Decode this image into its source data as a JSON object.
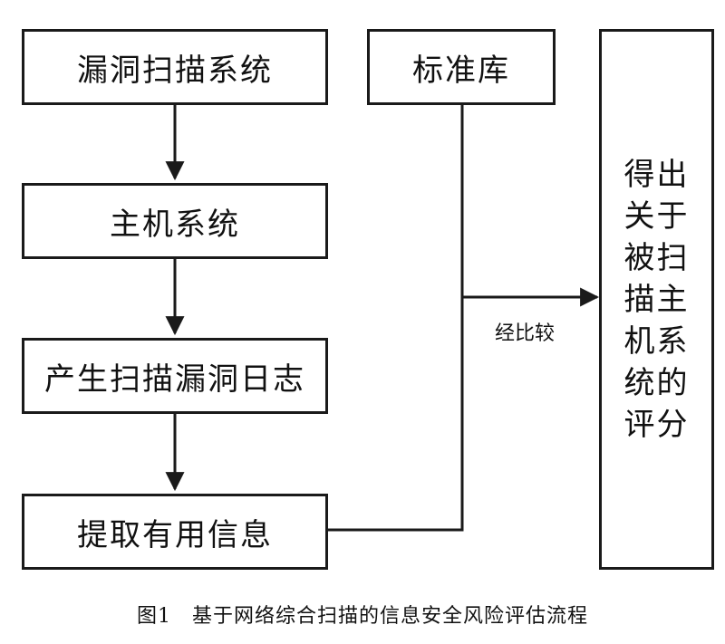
{
  "diagram": {
    "nodes": {
      "scanner": "漏洞扫描系统",
      "host": "主机系统",
      "log": "产生扫描漏洞日志",
      "extract": "提取有用信息",
      "standard": "标准库",
      "result_lines": [
        "得出",
        "关于",
        "被扫",
        "描主",
        "机系",
        "统的",
        "评分"
      ]
    },
    "edge_label": "经比较",
    "caption": "图1　基于网络综合扫描的信息安全风险评估流程"
  }
}
